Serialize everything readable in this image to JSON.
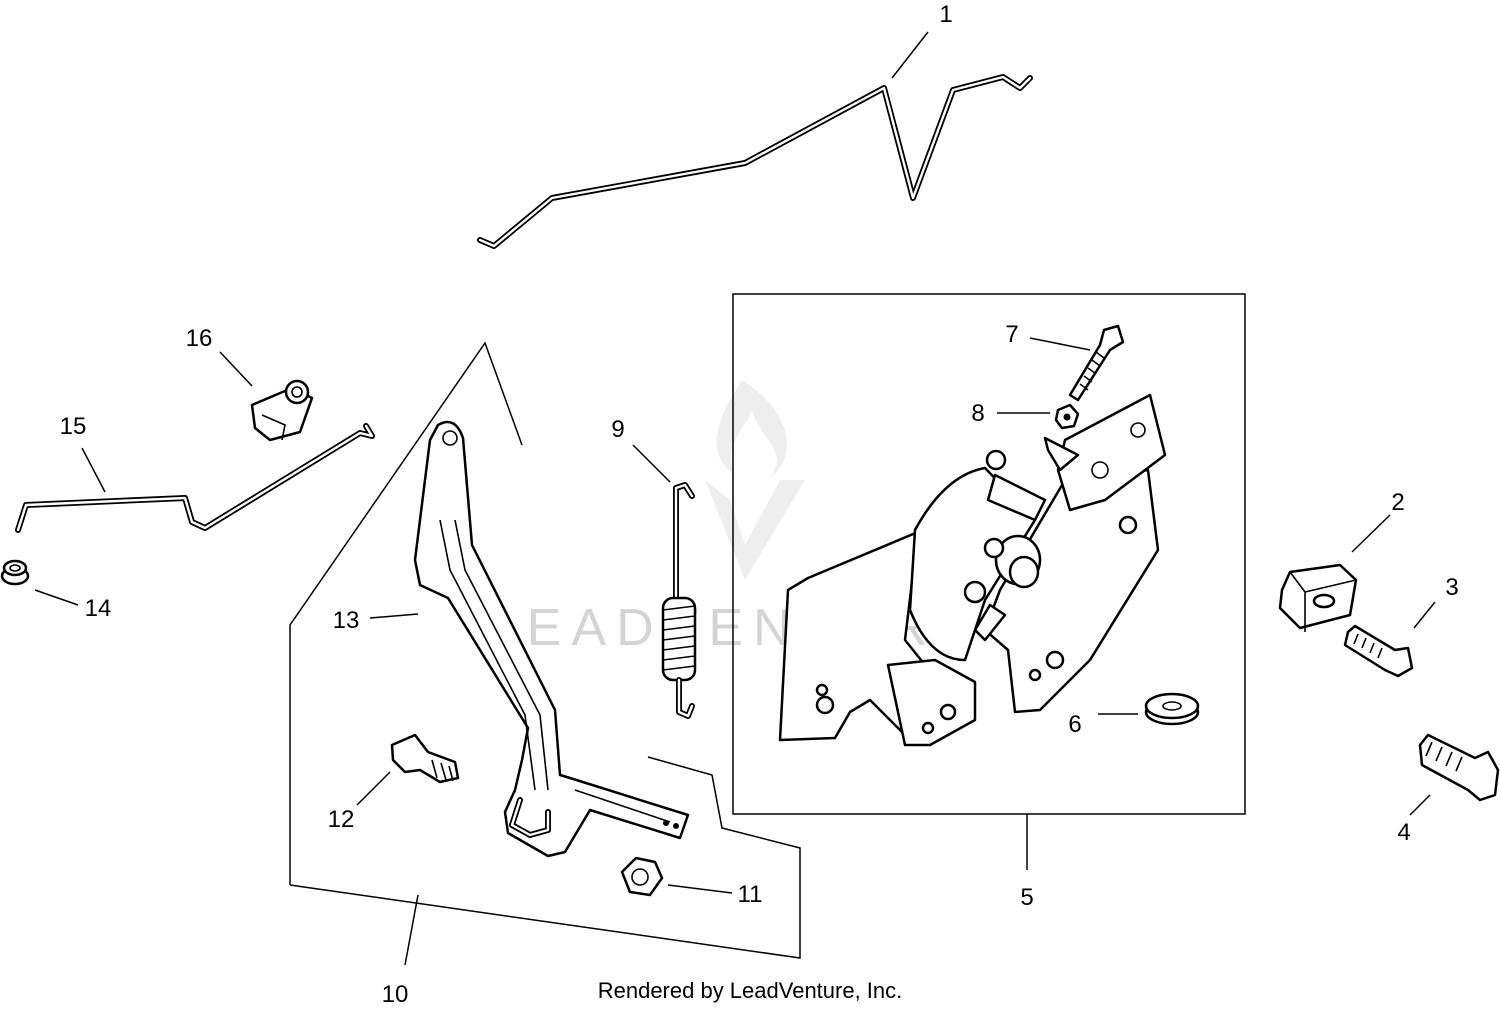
{
  "diagram": {
    "callouts": [
      {
        "id": "1",
        "label": "1"
      },
      {
        "id": "2",
        "label": "2"
      },
      {
        "id": "3",
        "label": "3"
      },
      {
        "id": "4",
        "label": "4"
      },
      {
        "id": "5",
        "label": "5"
      },
      {
        "id": "6",
        "label": "6"
      },
      {
        "id": "7",
        "label": "7"
      },
      {
        "id": "8",
        "label": "8"
      },
      {
        "id": "9",
        "label": "9"
      },
      {
        "id": "10",
        "label": "10"
      },
      {
        "id": "11",
        "label": "11"
      },
      {
        "id": "12",
        "label": "12"
      },
      {
        "id": "13",
        "label": "13"
      },
      {
        "id": "14",
        "label": "14"
      },
      {
        "id": "15",
        "label": "15"
      },
      {
        "id": "16",
        "label": "16"
      }
    ],
    "watermark": "LEADVENTURE",
    "credit": "Rendered by LeadVenture, Inc."
  }
}
